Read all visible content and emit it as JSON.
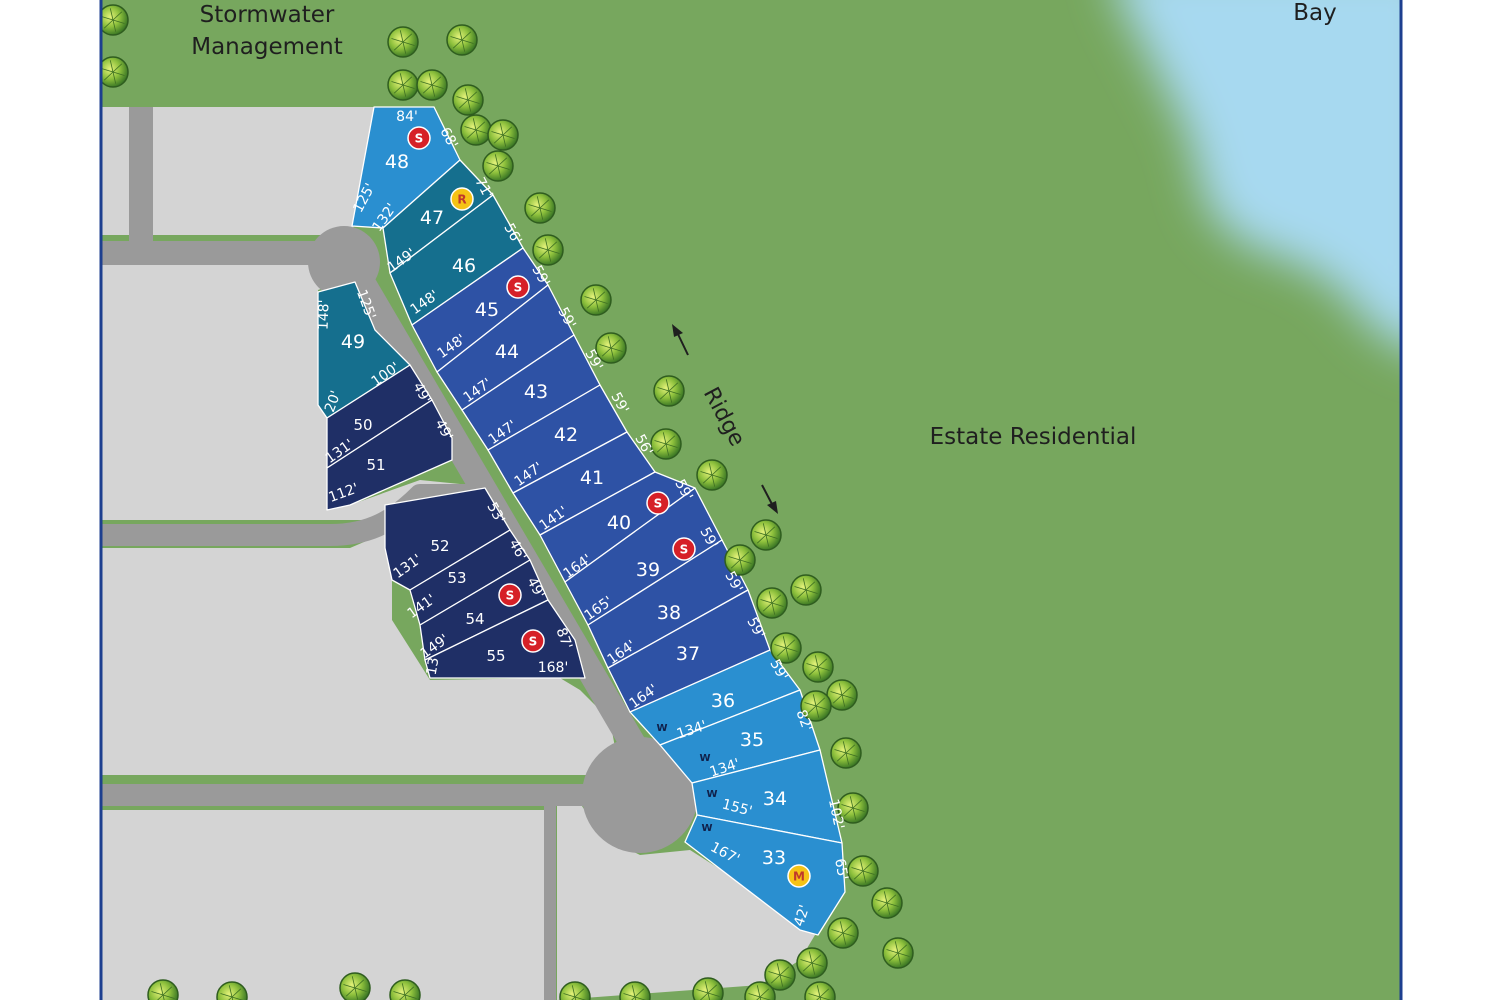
{
  "areas": {
    "stormwater_line1": "Stormwater",
    "stormwater_line2": "Management",
    "bay": "Bay",
    "estate": "Estate Residential",
    "ridge": "Ridge"
  },
  "colors": {
    "grass": "#77a75e",
    "water": "#a7d9f0",
    "road": "#9a9a9a",
    "parcel": "#d4d4d4",
    "lot_light": "#2a8fd0",
    "lot_teal": "#156f8e",
    "lot_blue": "#2e52a5",
    "lot_navy": "#1f2f66",
    "border": "#1d3f8f",
    "badge_red": "#d62027",
    "badge_yellow": "#f5c316"
  },
  "lots": [
    {
      "id": "48",
      "tone": "lot_light"
    },
    {
      "id": "47",
      "tone": "lot_teal"
    },
    {
      "id": "46",
      "tone": "lot_teal"
    },
    {
      "id": "45",
      "tone": "lot_blue"
    },
    {
      "id": "44",
      "tone": "lot_blue"
    },
    {
      "id": "43",
      "tone": "lot_blue"
    },
    {
      "id": "42",
      "tone": "lot_blue"
    },
    {
      "id": "41",
      "tone": "lot_blue"
    },
    {
      "id": "40",
      "tone": "lot_blue"
    },
    {
      "id": "39",
      "tone": "lot_blue"
    },
    {
      "id": "38",
      "tone": "lot_blue"
    },
    {
      "id": "37",
      "tone": "lot_blue"
    },
    {
      "id": "36",
      "tone": "lot_light"
    },
    {
      "id": "35",
      "tone": "lot_light"
    },
    {
      "id": "34",
      "tone": "lot_light"
    },
    {
      "id": "33",
      "tone": "lot_light"
    },
    {
      "id": "49",
      "tone": "lot_teal"
    },
    {
      "id": "50",
      "tone": "lot_navy"
    },
    {
      "id": "51",
      "tone": "lot_navy"
    },
    {
      "id": "52",
      "tone": "lot_navy"
    },
    {
      "id": "53",
      "tone": "lot_navy"
    },
    {
      "id": "54",
      "tone": "lot_navy"
    },
    {
      "id": "55",
      "tone": "lot_navy"
    }
  ],
  "dimensions": [
    "84'",
    "68'",
    "125'",
    "132'",
    "71'",
    "149'",
    "56'",
    "148'",
    "59'",
    "148'",
    "59'",
    "147'",
    "59'",
    "147'",
    "59'",
    "147'",
    "56'",
    "141'",
    "59'",
    "164'",
    "59'",
    "165'",
    "59'",
    "164'",
    "59'",
    "164'",
    "59'",
    "134'",
    "82'",
    "134'",
    "155'",
    "102'",
    "167'",
    "65'",
    "42'",
    "148'",
    "125'",
    "100'",
    "20'",
    "49'",
    "131'",
    "49'",
    "112'",
    "53'",
    "131'",
    "46'",
    "141'",
    "49'",
    "149'",
    "87'",
    "168'",
    "13"
  ],
  "badges": [
    {
      "letter": "S",
      "kind": "badge_red"
    },
    {
      "letter": "R",
      "kind": "badge_yellow"
    },
    {
      "letter": "S",
      "kind": "badge_red"
    },
    {
      "letter": "S",
      "kind": "badge_red"
    },
    {
      "letter": "S",
      "kind": "badge_red"
    },
    {
      "letter": "S",
      "kind": "badge_red"
    },
    {
      "letter": "S",
      "kind": "badge_red"
    },
    {
      "letter": "M",
      "kind": "badge_yellow"
    }
  ],
  "well_markers": [
    "W",
    "W",
    "W",
    "W"
  ]
}
